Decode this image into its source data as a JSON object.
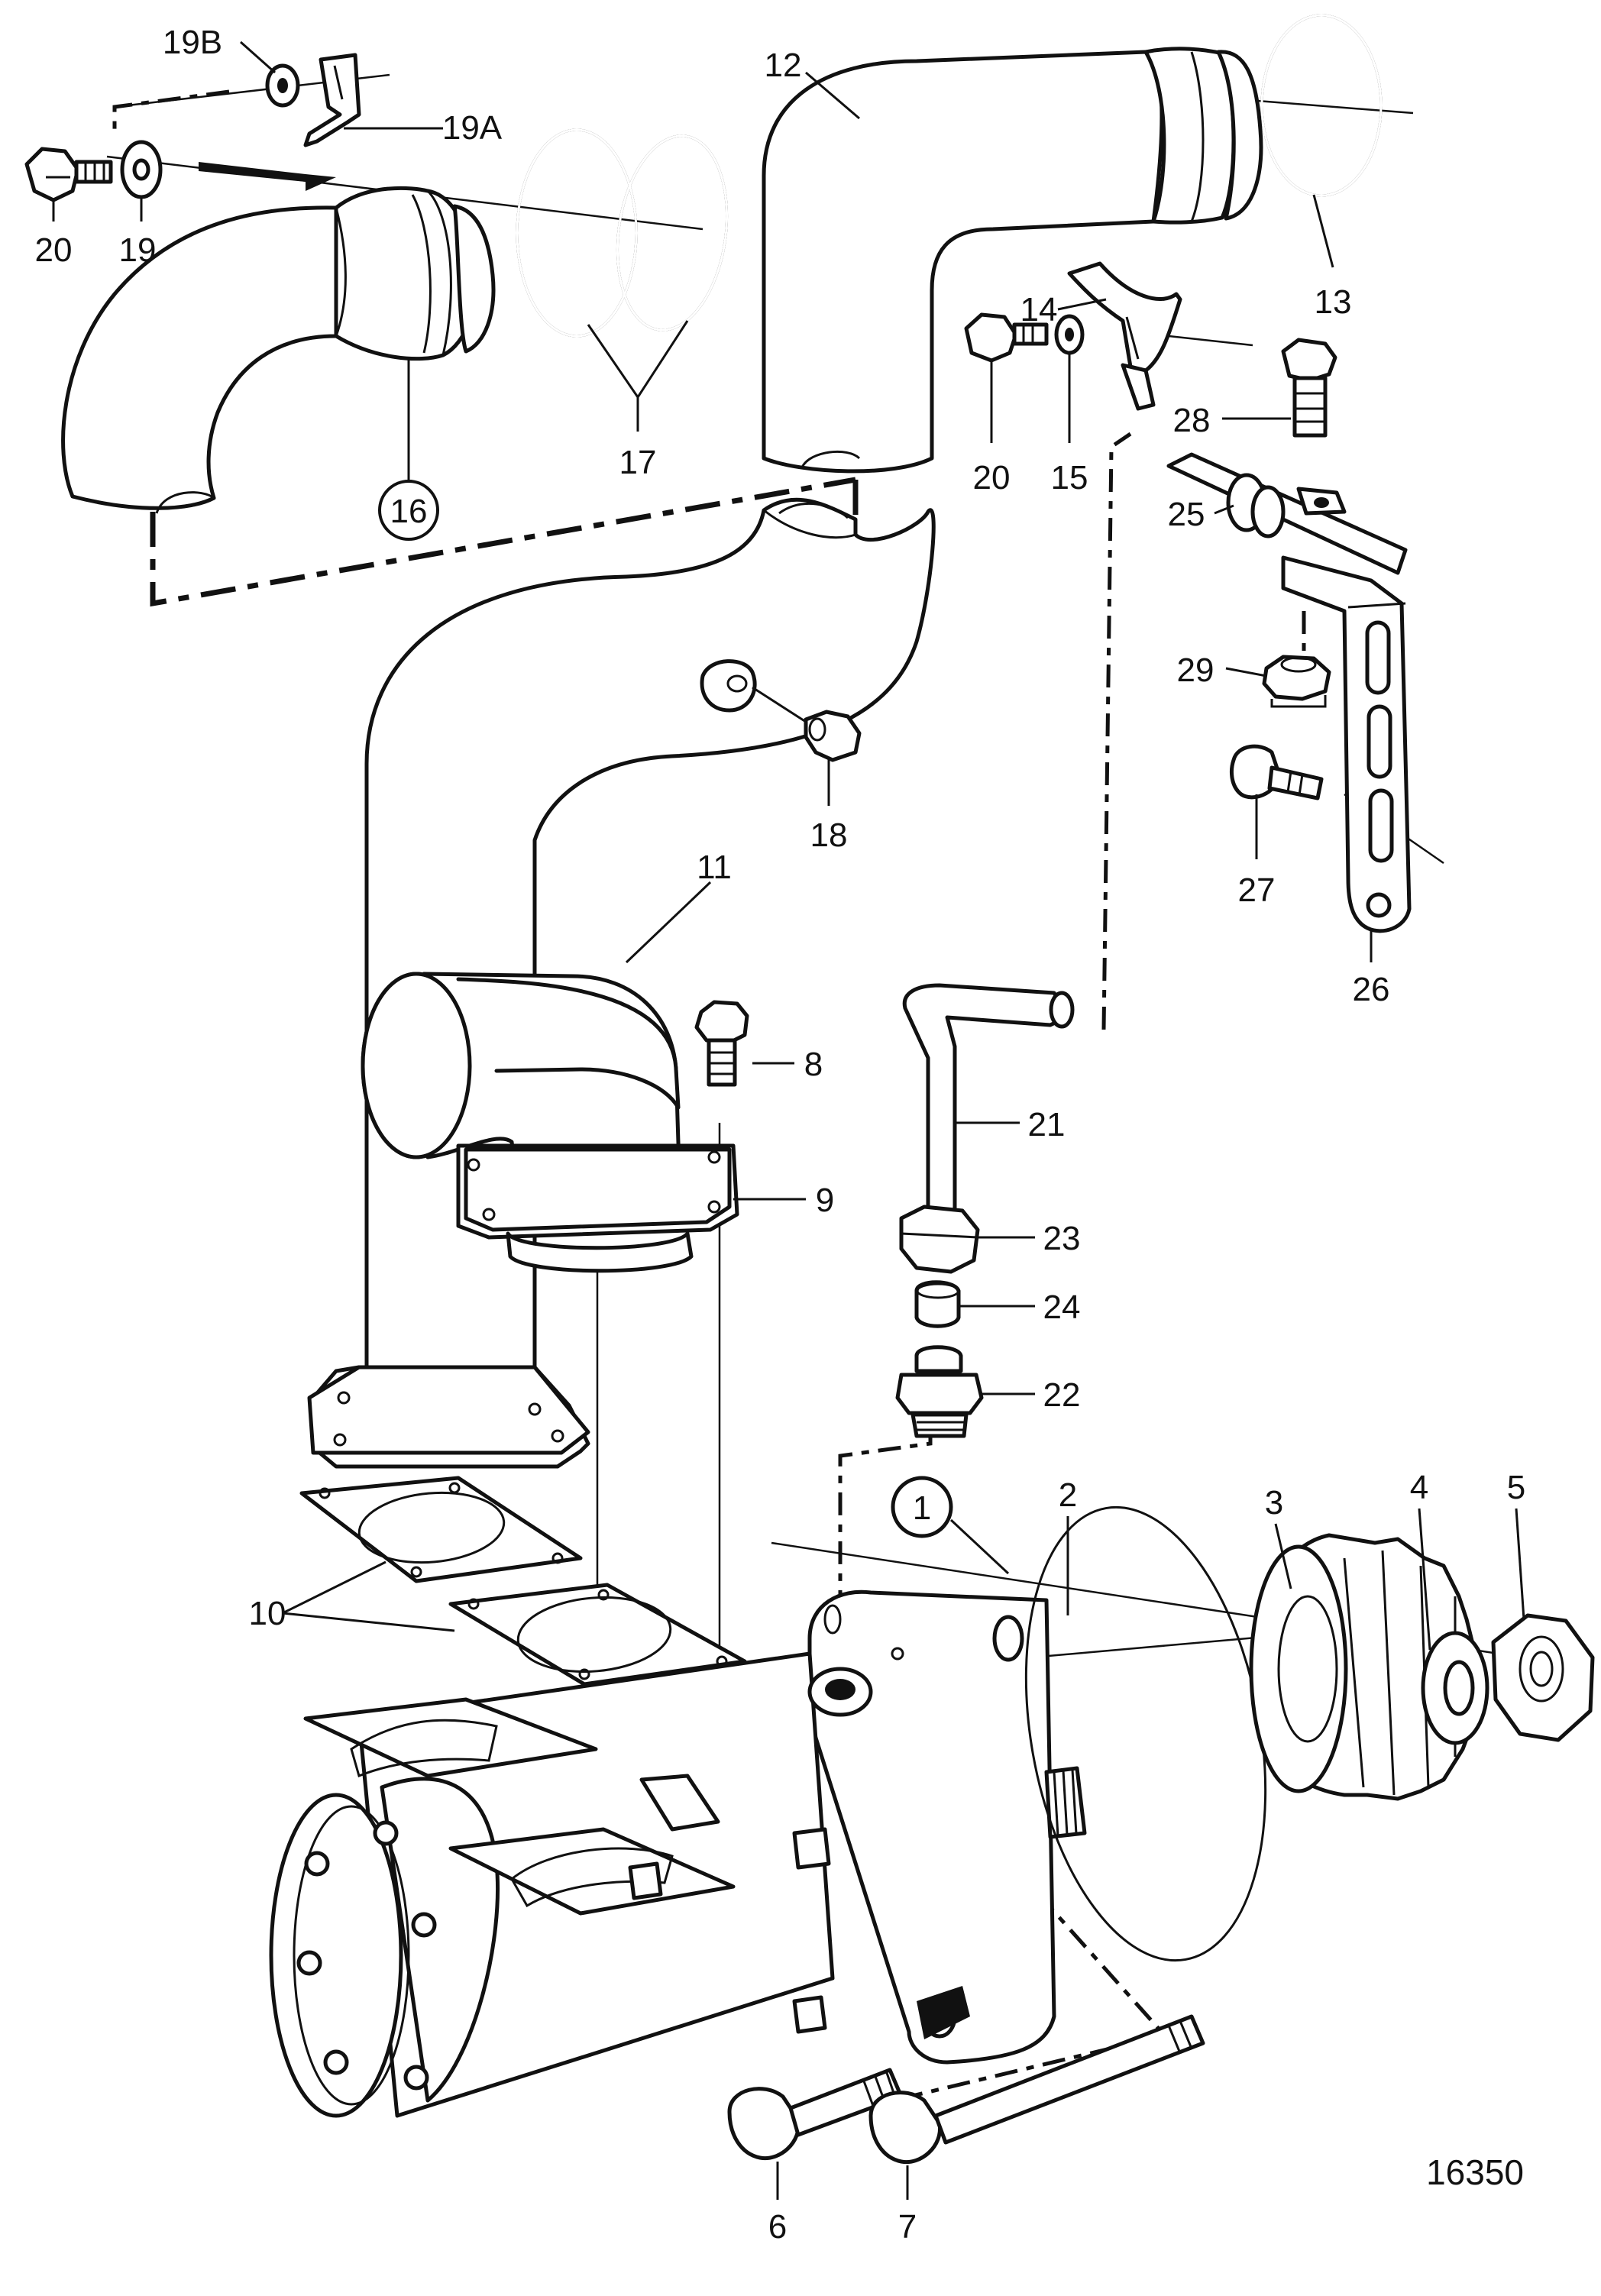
{
  "figure": {
    "number": "16350",
    "callouts": {
      "p1": "1",
      "p2": "2",
      "p3": "3",
      "p4": "4",
      "p5": "5",
      "p6": "6",
      "p7": "7",
      "p8": "8",
      "p9": "9",
      "p10": "10",
      "p11": "11",
      "p12": "12",
      "p13": "13",
      "p14": "14",
      "p15": "15",
      "p16": "16",
      "p17": "17",
      "p18": "18",
      "p19": "19",
      "p19a": "19A",
      "p19b": "19B",
      "p20a": "20",
      "p20b": "20",
      "p21": "21",
      "p22": "22",
      "p23": "23",
      "p24": "24",
      "p25": "25",
      "p26": "26",
      "p27": "27",
      "p28": "28",
      "p29": "29"
    }
  }
}
